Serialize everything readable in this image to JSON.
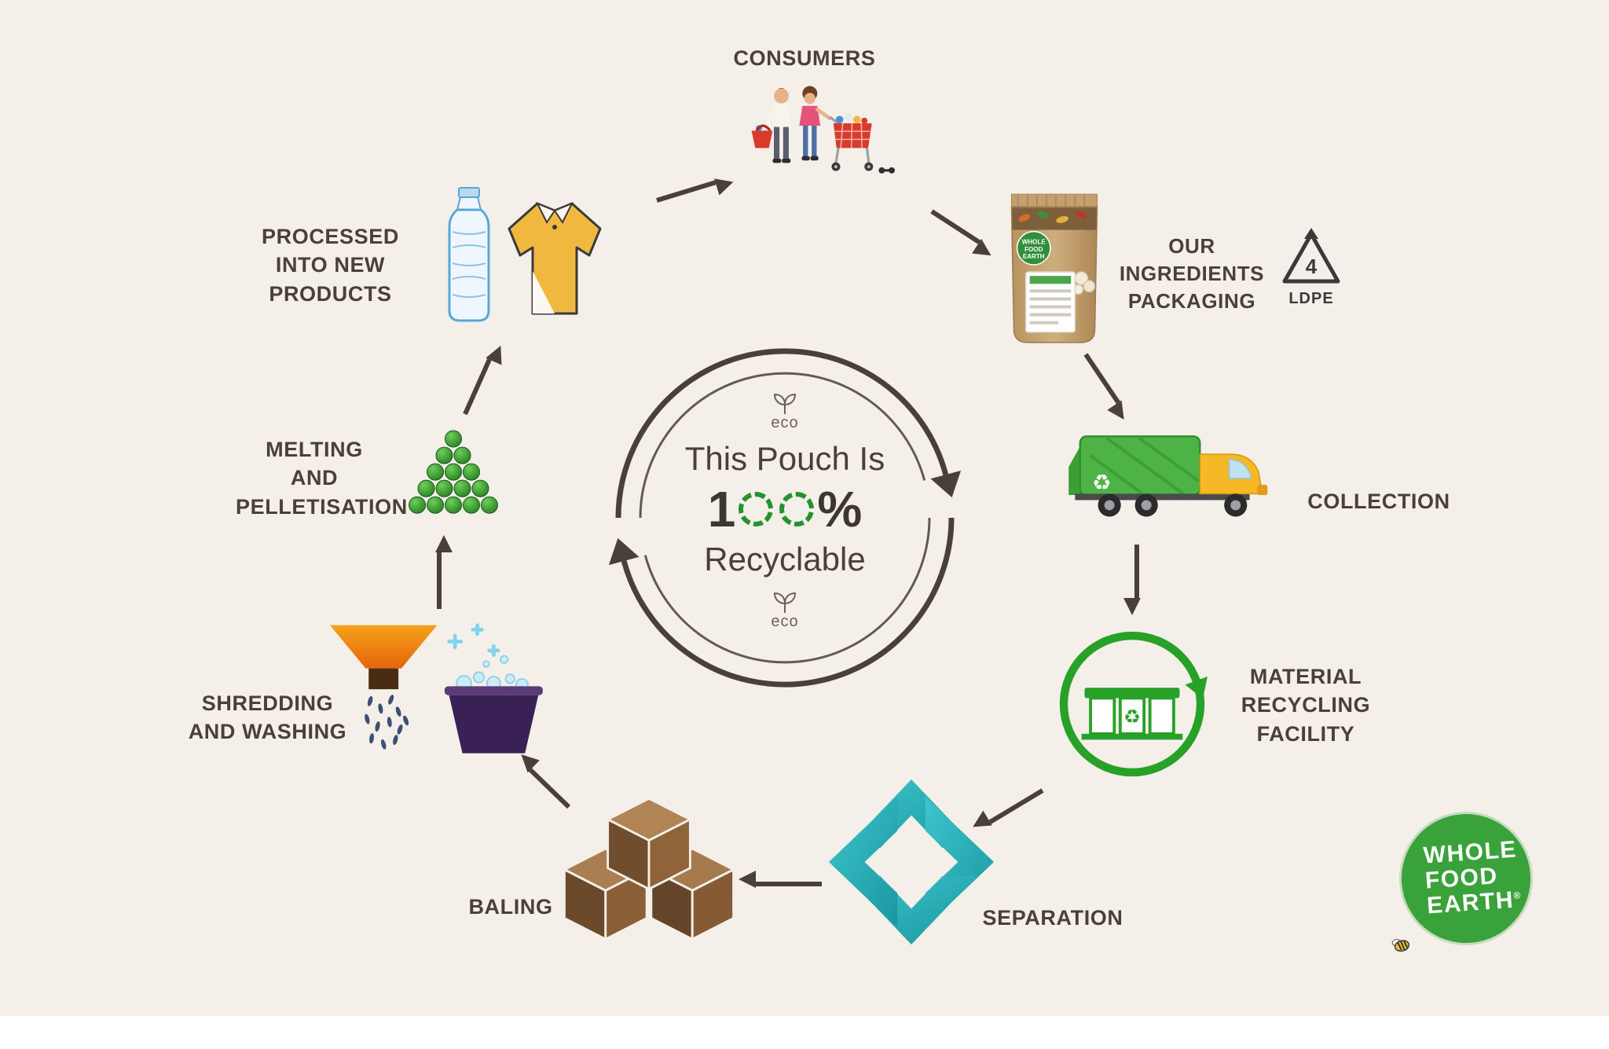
{
  "page": {
    "background": "#f5efe9",
    "bottom_strip_color": "#ffffff"
  },
  "colors": {
    "label_text": "#4a4038",
    "arrow": "#4a4038",
    "cycle_green": "#23922f",
    "teal": "#2ab5bc",
    "shred_orange": "#f08513",
    "bale_brown": "#8a5f38",
    "truck_green": "#4db344",
    "truck_cab_yellow": "#f5b928",
    "mrf_green": "#27a127",
    "logo_green": "#3aa23a",
    "bottle_blue": "#5aa7d6",
    "shirt_yellow": "#f0b83e",
    "pouch_kraft": "#c7a171"
  },
  "glyphs": {
    "recycle": "♻",
    "registered": "®"
  },
  "stages": {
    "consumers": {
      "label": "CONSUMERS"
    },
    "packaging": {
      "label_line1": "OUR INGREDIENTS",
      "label_line2": "PACKAGING",
      "ldpe_number": "4",
      "ldpe_text": "LDPE"
    },
    "collection": {
      "label": "COLLECTION"
    },
    "mrf": {
      "label_line1": "MATERIAL",
      "label_line2": "RECYCLING",
      "label_line3": "FACILITY"
    },
    "separation": {
      "label": "SEPARATION"
    },
    "baling": {
      "label": "BALING"
    },
    "shredding": {
      "label_line1": "SHREDDING",
      "label_line2": "AND WASHING"
    },
    "melting": {
      "label_line1": "MELTING",
      "label_line2": "AND",
      "label_line3": "PELLETISATION"
    },
    "processed": {
      "label_line1": "PROCESSED",
      "label_line2": "INTO NEW PRODUCTS"
    }
  },
  "center": {
    "eco_top": "eco",
    "line1": "This Pouch Is",
    "percent_prefix": "1",
    "percent_suffix": "%",
    "line2": "Recyclable",
    "eco_bottom": "eco"
  },
  "pouch_brand": {
    "line1": "WHOLE",
    "line2": "FOOD",
    "line3": "EARTH"
  },
  "logo": {
    "line1": "WHOLE",
    "line2": "FOOD",
    "line3": "EARTH",
    "registered": "®"
  }
}
